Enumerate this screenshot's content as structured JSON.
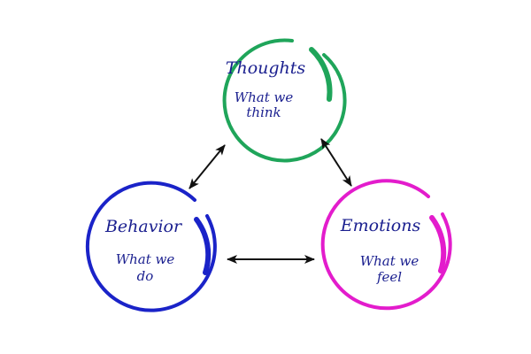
{
  "nodes": {
    "thoughts": {
      "title": "Thoughts",
      "line1": "What we",
      "line2": "think",
      "color": "#1fa55a"
    },
    "behavior": {
      "title": "Behavior",
      "line1": "What we",
      "line2": "do",
      "color": "#1a23c8"
    },
    "emotions": {
      "title": "Emotions",
      "line1": "What we",
      "line2": "feel",
      "color": "#e31ccc"
    }
  },
  "connectors": [
    {
      "from": "Thoughts",
      "to": "Behavior",
      "type": "bidirectional"
    },
    {
      "from": "Thoughts",
      "to": "Emotions",
      "type": "bidirectional"
    },
    {
      "from": "Behavior",
      "to": "Emotions",
      "type": "bidirectional"
    }
  ],
  "arrow_color": "#111111"
}
